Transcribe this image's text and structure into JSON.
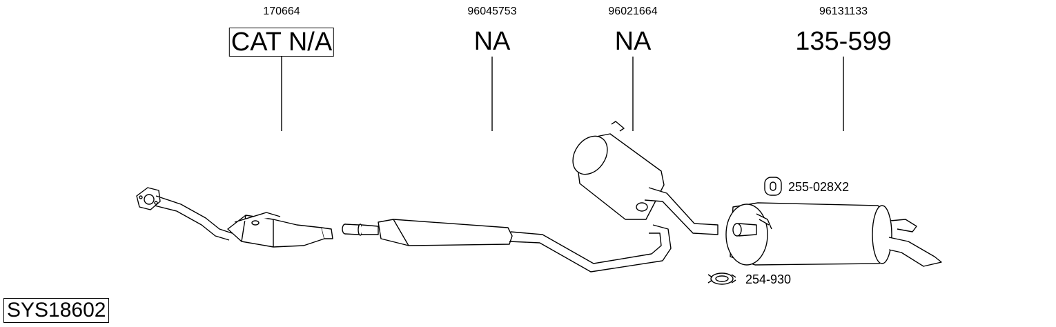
{
  "system_code": "SYS18602",
  "parts": [
    {
      "oem": "170664",
      "number": "CAT N/A"
    },
    {
      "oem": "96045753",
      "number": "NA"
    },
    {
      "oem": "96021664",
      "number": "NA"
    },
    {
      "oem": "96131133",
      "number": "135-599"
    }
  ],
  "accessories": {
    "mount": "255-028X2",
    "clamp": "254-930"
  }
}
